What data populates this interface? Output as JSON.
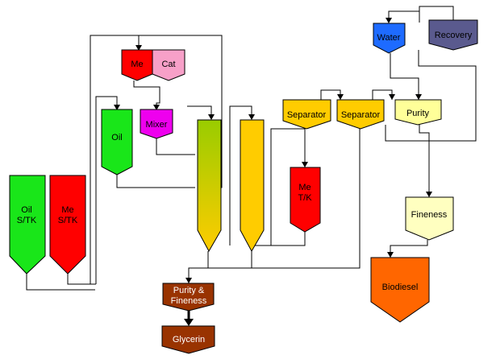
{
  "colors": {
    "green": "#19e619",
    "red": "#ff0000",
    "pink": "#f7a0c8",
    "magenta": "#ee00ee",
    "yellow": "#ffcc00",
    "light_yellow": "#ffff99",
    "pale_yellow": "#ffffc0",
    "blue": "#1e6bff",
    "slate": "#5a5a8e",
    "brown": "#993300",
    "orange": "#ff6600",
    "line": "#000000"
  },
  "nodes": {
    "oil_storage": [
      "Oil",
      "S/TK"
    ],
    "me_storage": [
      "Me",
      "S/TK"
    ],
    "me": "Me",
    "cat": "Cat",
    "mixer": "Mixer",
    "oil": "Oil",
    "separator_1": "Separator",
    "separator_2": "Separator",
    "me_tank": [
      "Me",
      "T/K"
    ],
    "water": "Water",
    "recovery": "Recovery",
    "purity": "Purity",
    "fineness": "Fineness",
    "biodiesel": "Biodiesel",
    "purity_fineness": [
      "Purity &",
      "Fineness"
    ],
    "glycerin": "Glycerin"
  }
}
